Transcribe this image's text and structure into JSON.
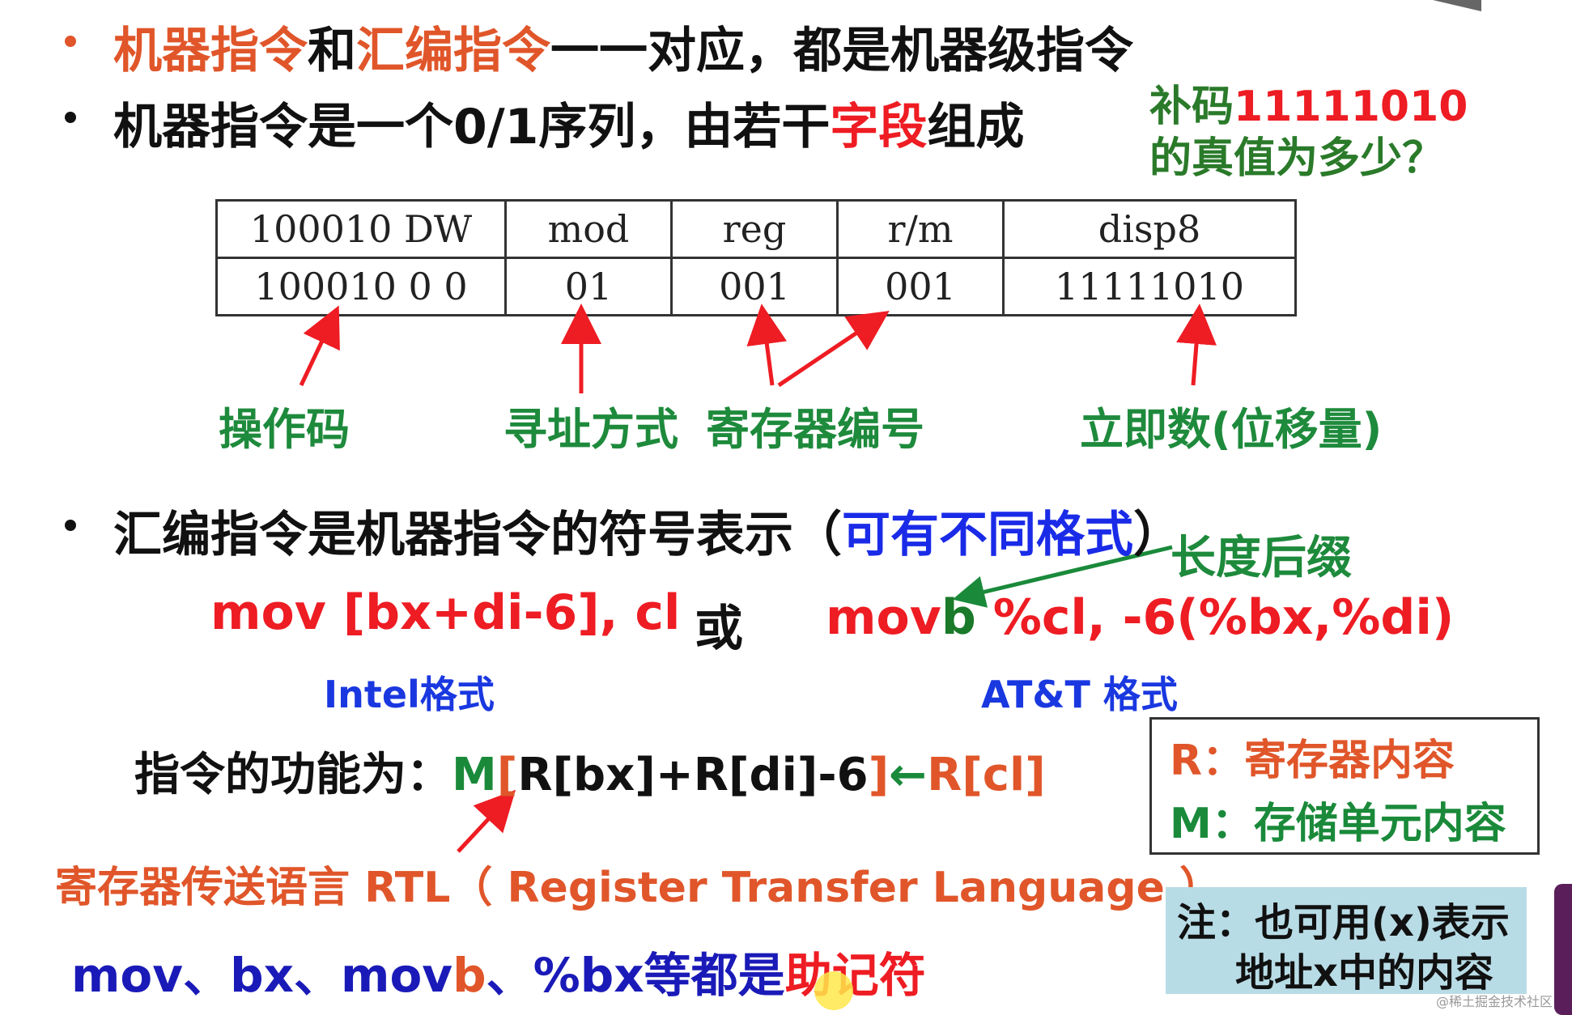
{
  "bullets": {
    "line1": {
      "p1": "机器指令",
      "p2": "和",
      "p3": "汇编指令",
      "p4": "一一对应，都是机器级指令"
    },
    "line2": {
      "p1": "机器指令是一个0/1序列，由若干",
      "p2": "字段",
      "p3": "组成"
    },
    "line3": {
      "p1": "汇编指令是机器指令的符号表示（",
      "p2": "可有不同格式",
      "p3": "）"
    }
  },
  "question": {
    "line1_prefix": "补码",
    "line1_value": "11111010",
    "line2": "的真值为多少？"
  },
  "encoding_table": {
    "header": [
      "100010 DW",
      "mod",
      "reg",
      "r/m",
      "disp8"
    ],
    "values": [
      "100010 0 0",
      "01",
      "001",
      "001",
      "11111010"
    ]
  },
  "field_labels": {
    "opcode": "操作码",
    "addressing": "寻址方式",
    "register_num": "寄存器编号",
    "immediate": "立即数(位移量)"
  },
  "suffix_label": "长度后缀",
  "intel": {
    "code": "mov [bx+di-6], cl",
    "format": "Intel格式"
  },
  "or_word": "或",
  "att": {
    "code_p1": "mov",
    "code_suffix": "b",
    "code_p2": " %cl, -6(%bx,%di)",
    "format": "AT&T 格式"
  },
  "function": {
    "prefix": "指令的功能为：",
    "m": "M",
    "bracket_open": "[",
    "expr": "R[bx]+R[di]-6",
    "bracket_close": "]",
    "arrow": "←",
    "src": "R[cl]"
  },
  "rtl": "寄存器传送语言 RTL（ Register Transfer Language ）",
  "mnemonic": {
    "p1": "mov、bx、mov",
    "p2": "b",
    "p3": "、%bx等都是",
    "p4": "助记符"
  },
  "legend": {
    "r_key": "R",
    "r_desc": "：寄存器内容",
    "m_key": "M",
    "m_desc": "：存储单元内容"
  },
  "note": {
    "line1": "注：也可用(x)表示",
    "line2": "地址x中的内容"
  },
  "watermark": "@稀土掘金技术社区",
  "colors": {
    "orange": "#e0562a",
    "red": "#ee1c23",
    "blue": "#1a2be8",
    "green": "#1a8a3a",
    "note_bg": "#b8dce6"
  }
}
